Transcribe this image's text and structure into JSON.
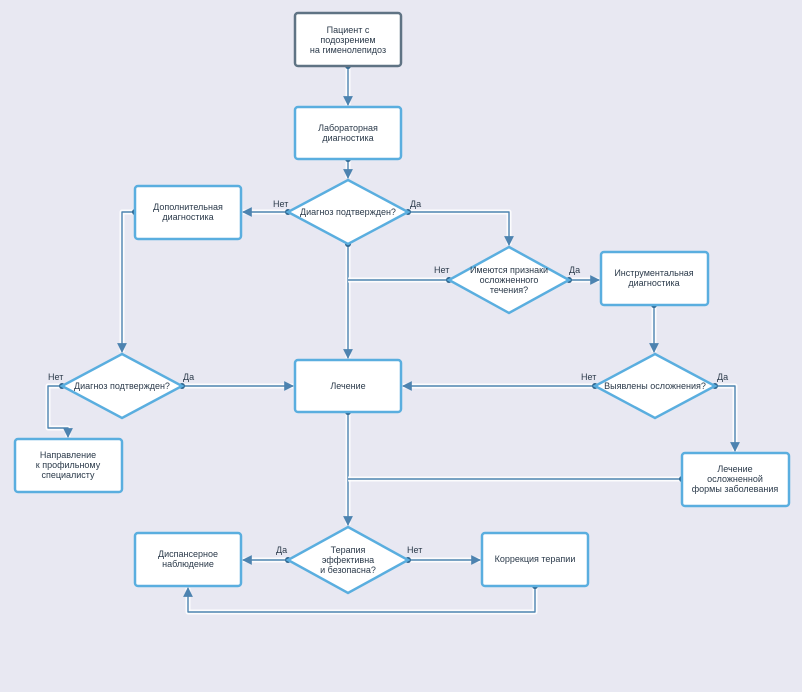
{
  "diagram": {
    "nodes": {
      "start": [
        "Пациент с",
        "подозрением",
        "на гименолепидоз"
      ],
      "lab": [
        "Лабораторная",
        "диагностика"
      ],
      "d1": [
        "Диагноз подтвержден?"
      ],
      "extra": [
        "Дополнительная",
        "диагностика"
      ],
      "d2": [
        "Имеются признаки",
        "осложненного",
        "течения?"
      ],
      "instr": [
        "Инструментальная",
        "диагностика"
      ],
      "d3": [
        "Диагноз подтвержден?"
      ],
      "treat": [
        "Лечение"
      ],
      "d4": [
        "Выявлены осложнения?"
      ],
      "refer": [
        "Направление",
        "к профильному",
        "специалисту"
      ],
      "complic": [
        "Лечение",
        "осложненной",
        "формы заболевания"
      ],
      "d5": [
        "Терапия",
        "эффективна",
        "и безопасна?"
      ],
      "disp": [
        "Диспансерное",
        "наблюдение"
      ],
      "corr": [
        "Коррекция терапии"
      ]
    },
    "edge_labels": {
      "d1_no": "Нет",
      "d1_yes": "Да",
      "d2_no": "Нет",
      "d2_yes": "Да",
      "d3_no": "Нет",
      "d3_yes": "Да",
      "d4_no": "Нет",
      "d4_yes": "Да",
      "d5_yes": "Да",
      "d5_no": "Нет"
    }
  }
}
